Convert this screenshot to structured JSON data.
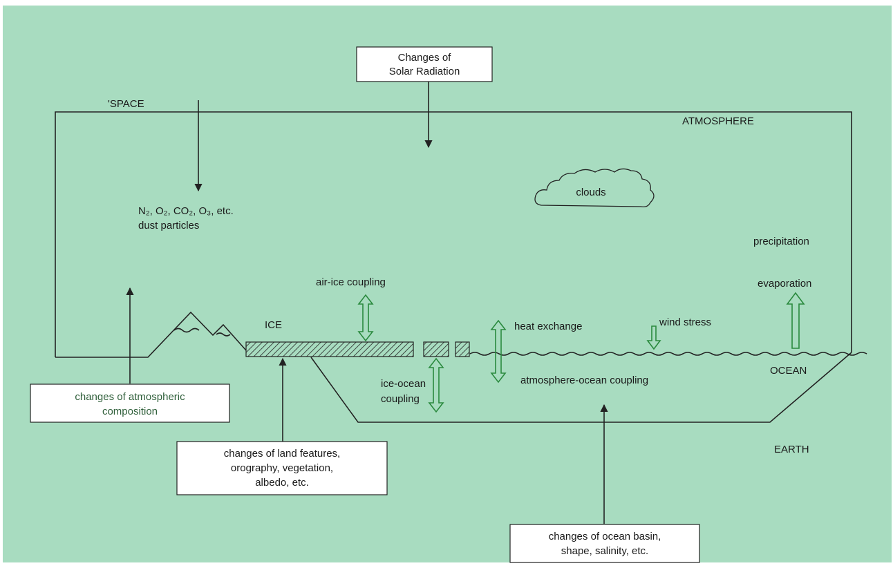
{
  "labels": {
    "space": "'SPACE",
    "atmosphere": "ATMOSPHERE",
    "gases": "N₂, O₂, CO₂, O₃, etc.",
    "dust": "dust particles",
    "clouds": "clouds",
    "precipitation": "precipitation",
    "evaporation": "evaporation",
    "air_ice": "air-ice coupling",
    "ice": "ICE",
    "heat_exchange": "heat exchange",
    "wind_stress": "wind stress",
    "ocean": "OCEAN",
    "ice_ocean_1": "ice-ocean",
    "ice_ocean_2": "coupling",
    "atm_ocean": "atmosphere-ocean coupling",
    "earth": "EARTH"
  },
  "boxes": {
    "solar": [
      "Changes of",
      "Solar Radiation"
    ],
    "atmospheric": [
      "changes of atmospheric",
      "composition"
    ],
    "land": [
      "changes of land features,",
      "orography, vegetation,",
      "albedo, etc."
    ],
    "ocean_basin": [
      "changes of ocean basin,",
      "shape, salinity, etc."
    ]
  },
  "colors": {
    "background": "#a8dcc0",
    "arrow_green": "#2a8a3e",
    "ink": "#1a1a1a"
  }
}
